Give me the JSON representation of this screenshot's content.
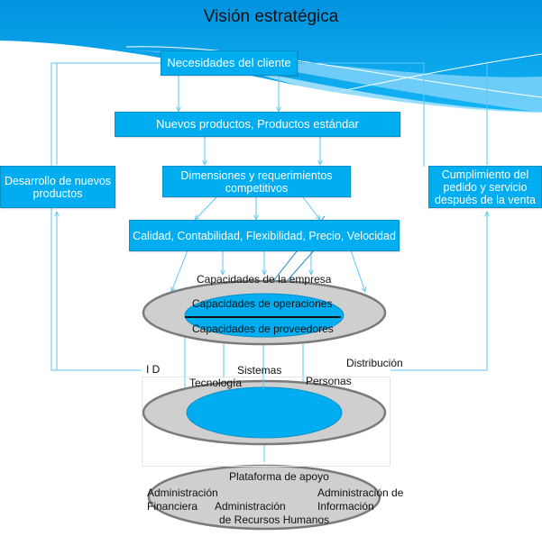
{
  "title": "Visión estratégica",
  "colors": {
    "box_fill": "#00adf0",
    "box_border": "#0790c8",
    "connector": "#5cc6f2",
    "ellipse_outer": "#cfcfcf",
    "ellipse_outer_border": "#7a7a7a",
    "ellipse_inner": "#00adf0",
    "header_blue": "#0498e2"
  },
  "boxes": {
    "necesidades": "Necesidades del cliente",
    "nuevos_productos": "Nuevos productos, Productos estándar",
    "dimensiones": "Dimensiones y requerimientos competitivos",
    "calidad": "Calidad, Contabilidad, Flexibilidad, Precio, Velocidad",
    "desarrollo": "Desarrollo de nuevos productos",
    "cumplimiento": "Cumplimiento del pedido y servicio después de la venta"
  },
  "capabilities": {
    "empresa": "Capacidades de la empresa",
    "operaciones": "Capacidades de operaciones",
    "proveedores": "Capacidades de proveedores"
  },
  "resources": {
    "id": "I D",
    "sistemas": "Sistemas",
    "distribucion": "Distribución",
    "tecnologia": "Tecnología",
    "personas": "Personas"
  },
  "support": {
    "title": "Plataforma de apoyo",
    "financiera_line1": "Administración",
    "financiera_line2": "Financiera",
    "rrhh_line1": "Administración",
    "rrhh_line2": "de Recursos Humanos",
    "info_line1": "Administración de",
    "info_line2": "Información"
  }
}
